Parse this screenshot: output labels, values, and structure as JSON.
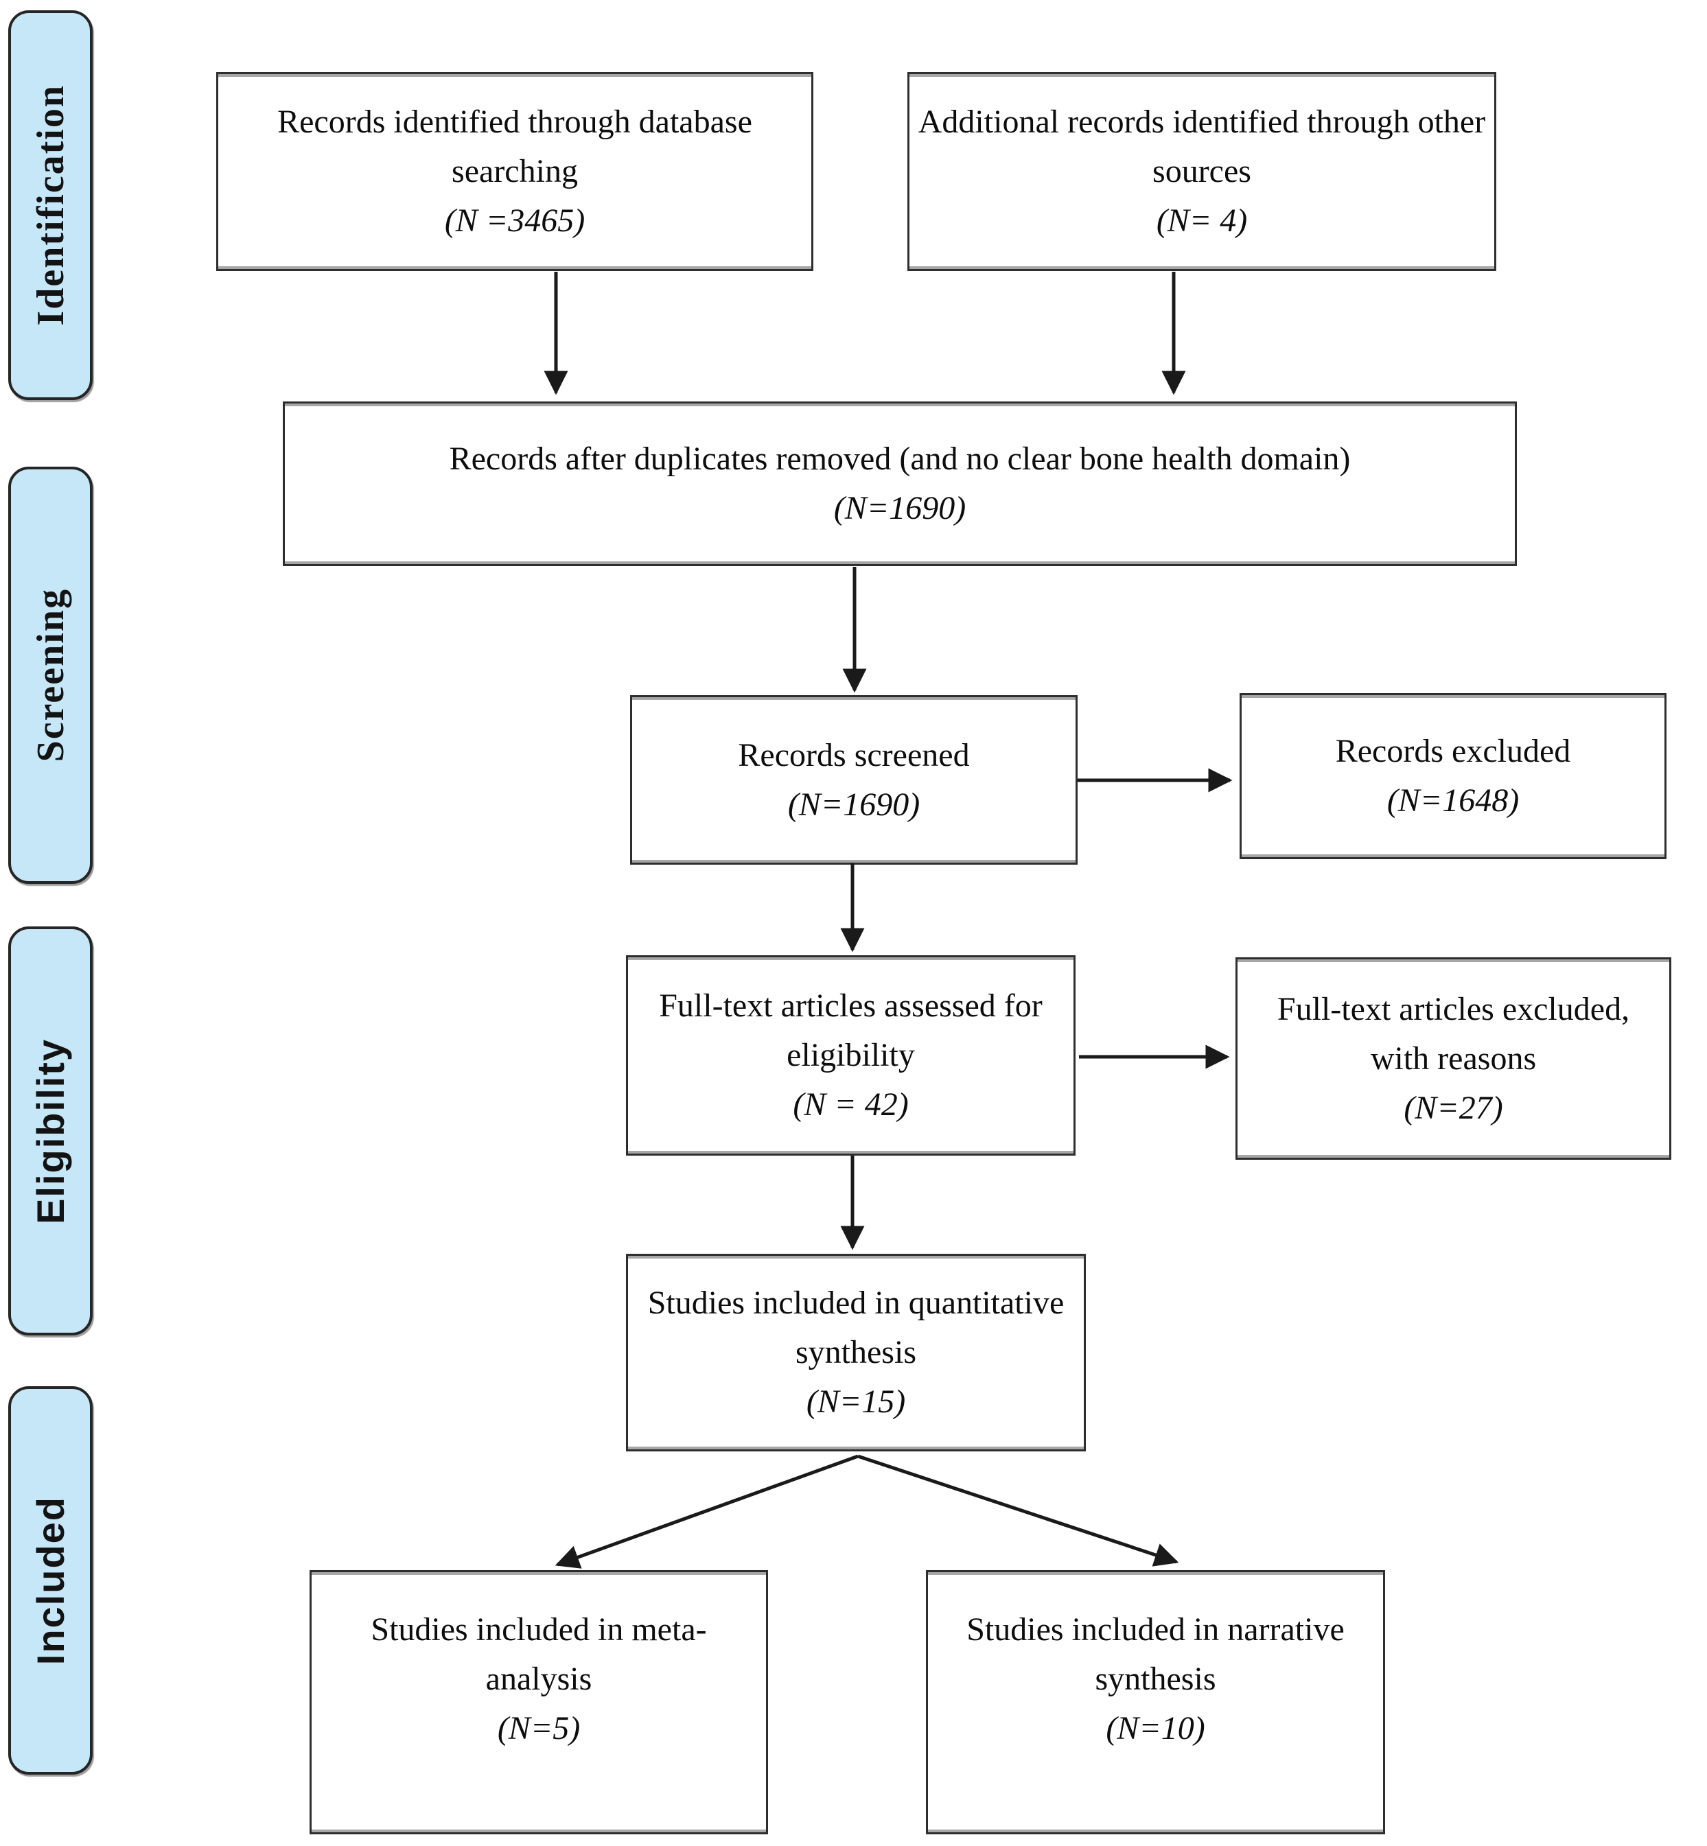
{
  "sidebar": {
    "stages": [
      {
        "label": "Identification"
      },
      {
        "label": "Screening"
      },
      {
        "label": "Eligibility"
      },
      {
        "label": "Included"
      }
    ]
  },
  "boxes": {
    "records_db": {
      "text": "Records identified through database searching",
      "count": "(N =3465)"
    },
    "records_other": {
      "text": "Additional records identified through other sources",
      "count": "(N= 4)"
    },
    "duplicates": {
      "text": "Records after duplicates removed (and no clear bone health domain)",
      "count": "(N=1690)"
    },
    "screened": {
      "text": "Records screened",
      "count": "(N=1690)"
    },
    "excluded": {
      "text": "Records excluded",
      "count": "(N=1648)"
    },
    "fulltext": {
      "text": "Full-text articles assessed for eligibility",
      "count": "(N = 42)"
    },
    "fulltext_excluded": {
      "text": "Full-text articles excluded, with reasons",
      "count": "(N=27)"
    },
    "quantitative": {
      "text": "Studies included in quantitative synthesis",
      "count": "(N=15)"
    },
    "meta": {
      "text": "Studies included in meta-analysis",
      "count": "(N=5)"
    },
    "narrative": {
      "text": "Studies included in narrative synthesis",
      "count": "(N=10)"
    }
  },
  "colors": {
    "stage_fill": "#C6E7F8",
    "box_border": "#2e2e2e",
    "arrow": "#1a1a1a"
  }
}
